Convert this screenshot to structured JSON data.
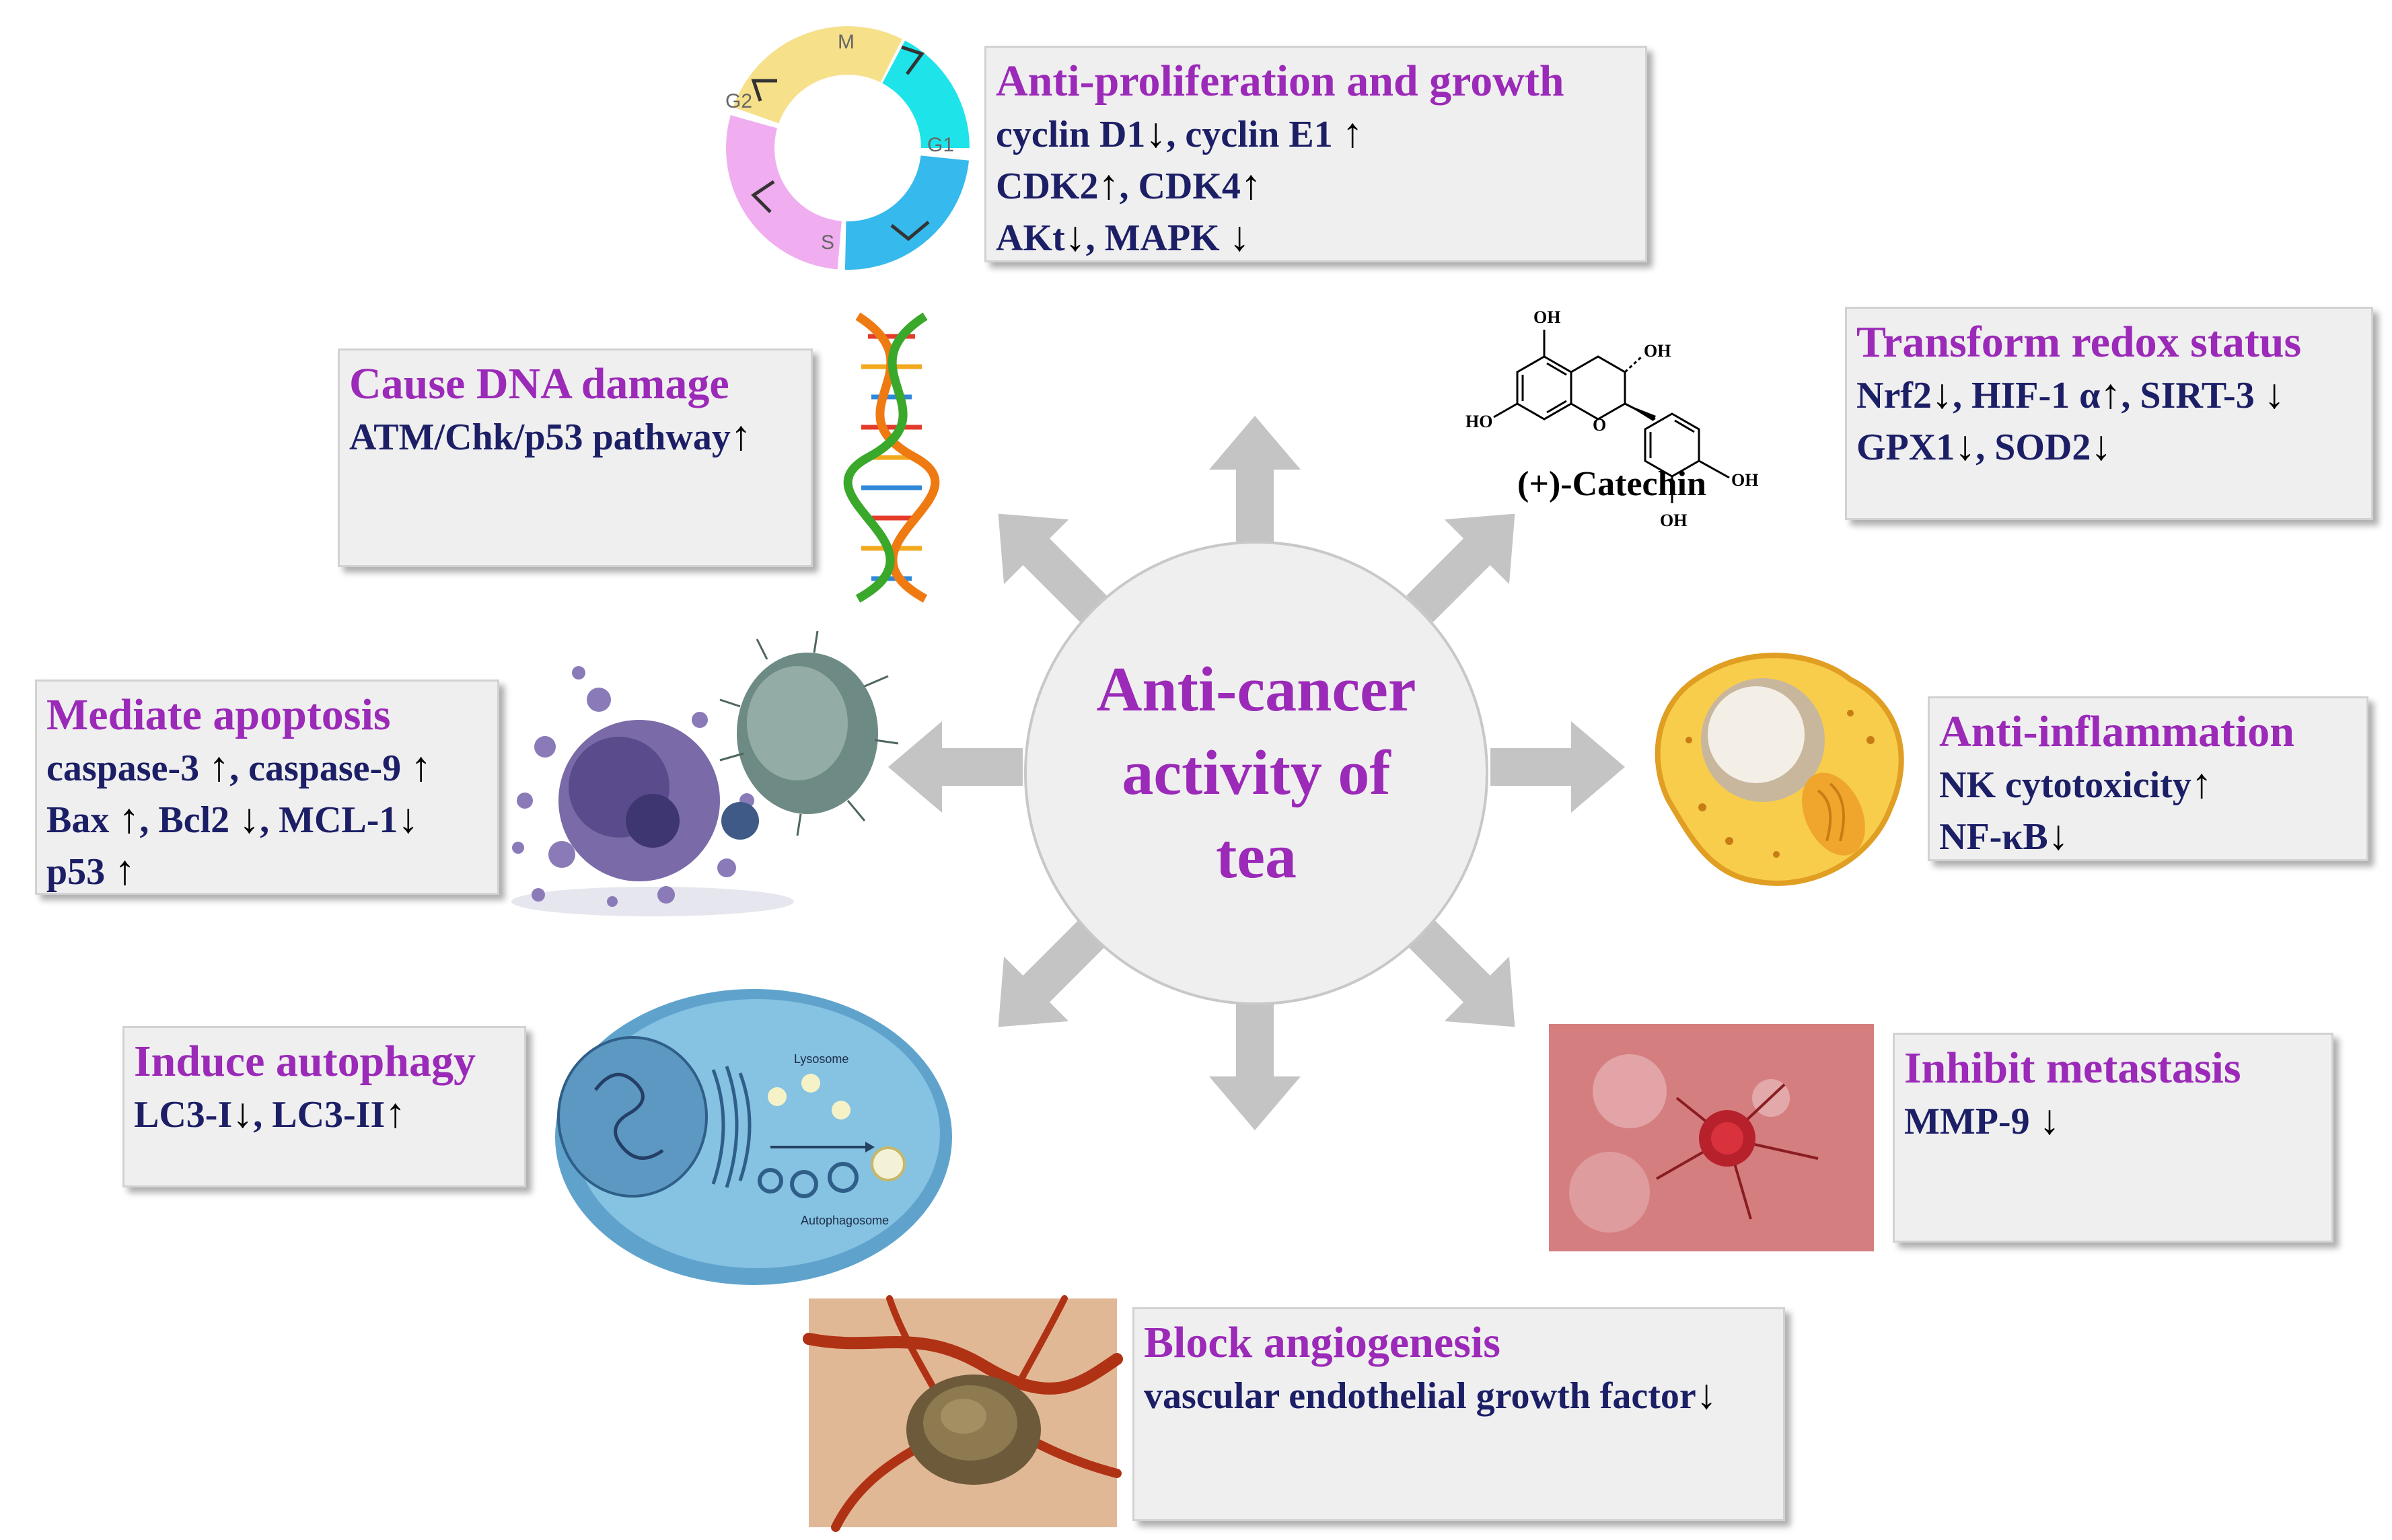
{
  "center": {
    "lines": [
      "Anti-cancer",
      "activity of",
      "tea"
    ]
  },
  "colors": {
    "title": "#9b2ab8",
    "body": "#1c1f66",
    "arrow": "#c4c4c4",
    "box": "#efefef"
  },
  "boxes": {
    "proliferation": {
      "title": "Anti-proliferation and growth",
      "lines": [
        [
          {
            "t": "cyclin D1"
          },
          {
            "a": "↓"
          },
          {
            "t": ", cyclin E1 "
          },
          {
            "a": "↑"
          }
        ],
        [
          {
            "t": "CDK2"
          },
          {
            "a": "↑"
          },
          {
            "t": ", CDK4"
          },
          {
            "a": "↑"
          }
        ],
        [
          {
            "t": "AKt"
          },
          {
            "a": "↓"
          },
          {
            "t": ", MAPK "
          },
          {
            "a": "↓"
          }
        ]
      ]
    },
    "dna": {
      "title": "Cause DNA damage",
      "lines": [
        [
          {
            "t": "ATM/Chk/p53 pathway"
          },
          {
            "a": "↑"
          }
        ]
      ]
    },
    "redox": {
      "title": "Transform redox status",
      "lines": [
        [
          {
            "t": "Nrf2"
          },
          {
            "a": "↓"
          },
          {
            "t": ", HIF-1 α"
          },
          {
            "a": "↑"
          },
          {
            "t": ", SIRT-3 "
          },
          {
            "a": "↓"
          }
        ],
        [
          {
            "t": "GPX1"
          },
          {
            "a": "↓"
          },
          {
            "t": ", SOD2"
          },
          {
            "a": "↓"
          }
        ]
      ]
    },
    "apoptosis": {
      "title": "Mediate apoptosis",
      "lines": [
        [
          {
            "t": "caspase-3 "
          },
          {
            "a": "↑"
          },
          {
            "t": ", caspase-9 "
          },
          {
            "a": "↑"
          }
        ],
        [
          {
            "t": "Bax "
          },
          {
            "a": "↑"
          },
          {
            "t": ", Bcl2 "
          },
          {
            "a": "↓"
          },
          {
            "t": ", MCL-1"
          },
          {
            "a": "↓"
          }
        ],
        [
          {
            "t": "p53 "
          },
          {
            "a": "↑"
          }
        ]
      ]
    },
    "inflammation": {
      "title": "Anti-inflammation",
      "lines": [
        [
          {
            "t": "NK cytotoxicity"
          },
          {
            "a": "↑"
          }
        ],
        [
          {
            "t": "NF-κB"
          },
          {
            "a": "↓"
          }
        ]
      ]
    },
    "autophagy": {
      "title": "Induce autophagy",
      "lines": [
        [
          {
            "t": "LC3-I"
          },
          {
            "a": "↓"
          },
          {
            "t": ", LC3-II"
          },
          {
            "a": "↑"
          }
        ]
      ]
    },
    "metastasis": {
      "title": "Inhibit metastasis",
      "lines": [
        [
          {
            "t": "MMP-9 "
          },
          {
            "a": "↓"
          }
        ]
      ]
    },
    "angiogenesis": {
      "title": "Block angiogenesis",
      "lines": [
        [
          {
            "t": "vascular endothelial growth factor"
          },
          {
            "a": "↓"
          }
        ]
      ]
    }
  },
  "cell_cycle": {
    "phases": [
      "M",
      "G1",
      "S",
      "G2"
    ]
  },
  "catechin": {
    "name": "(+)-Catechin",
    "groups": {
      "oh_top": "OH",
      "oh_ring": "OH",
      "oh_left": "HO",
      "oh_right": "OH",
      "oh_bottom": "OH",
      "oxygen": "O"
    }
  },
  "autophagy_cell": {
    "lysosome": "Lysosome",
    "autophagosome": "Autophagosome"
  }
}
